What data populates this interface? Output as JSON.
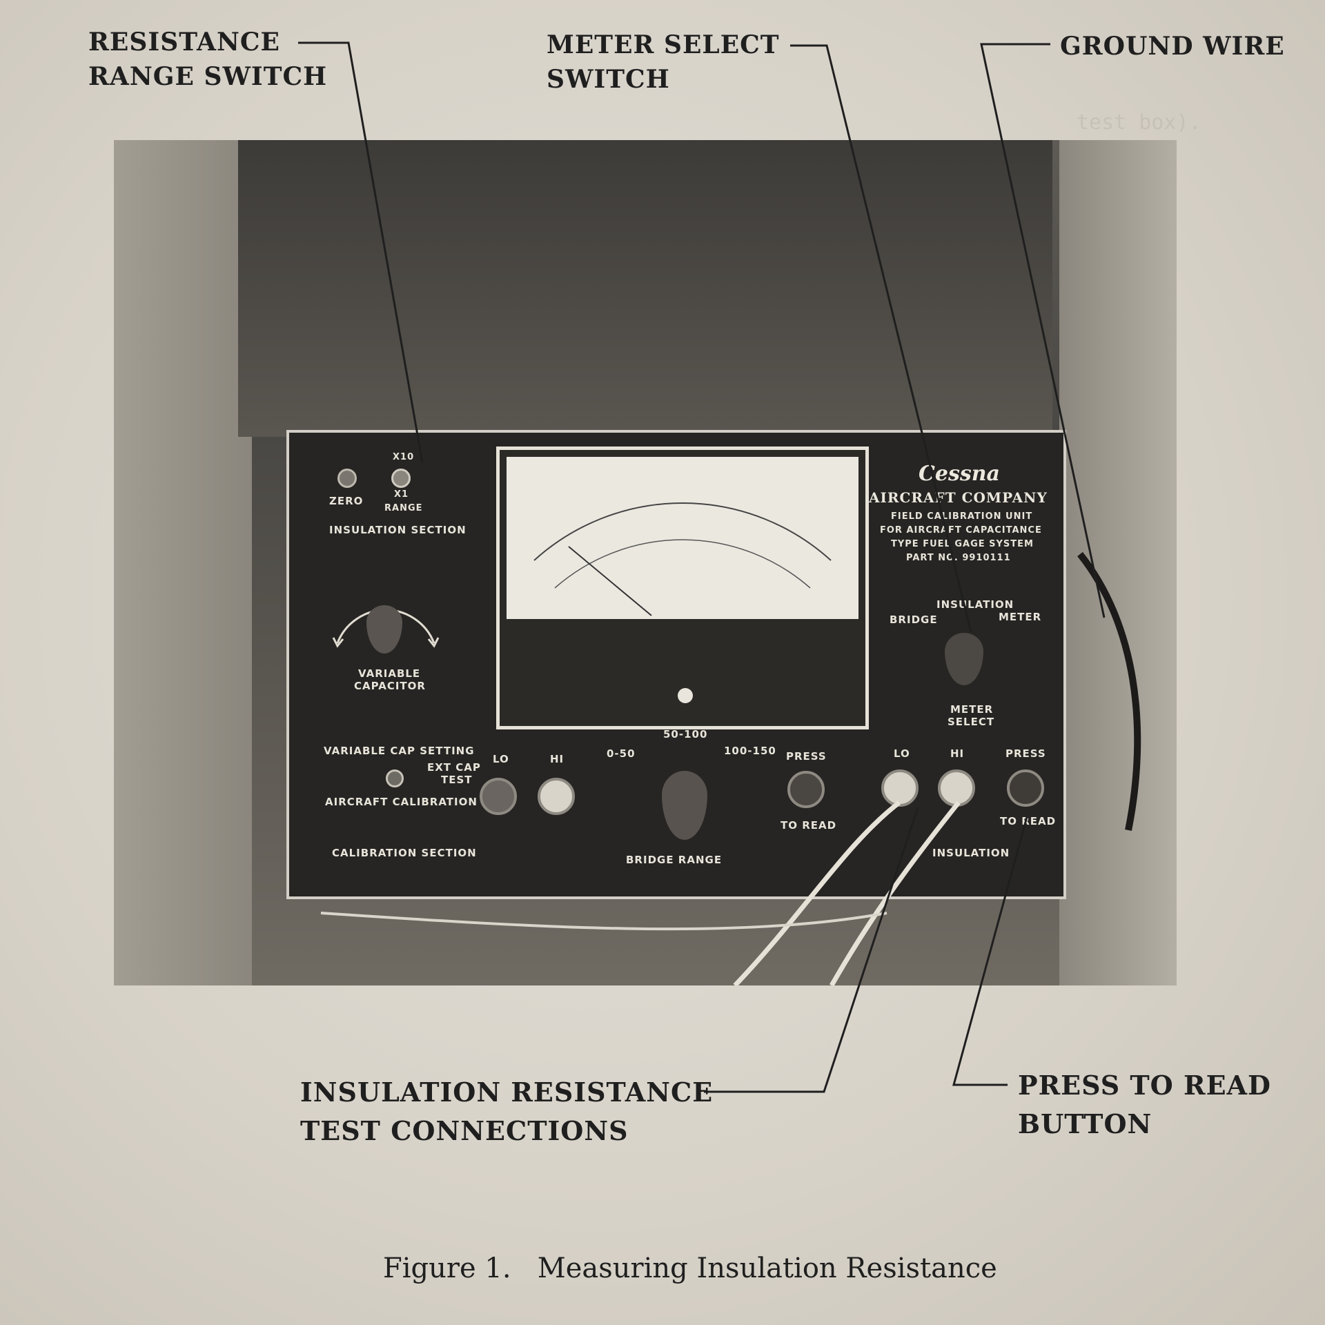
{
  "callouts": {
    "resistance_range_switch": [
      "RESISTANCE",
      "RANGE SWITCH"
    ],
    "meter_select_switch": [
      "METER SELECT",
      "SWITCH"
    ],
    "ground_wire": "GROUND WIRE",
    "insulation_resistance_test_connections": [
      "INSULATION RESISTANCE",
      "TEST CONNECTIONS"
    ],
    "press_to_read_button": [
      "PRESS TO READ",
      "BUTTON"
    ]
  },
  "caption": "Figure 1.   Measuring Insulation Resistance",
  "panel": {
    "insulation_section": {
      "zero": "ZERO",
      "x10": "X10",
      "x1": "X1",
      "range": "RANGE",
      "title": "INSULATION  SECTION"
    },
    "variable_capacitor": [
      "VARIABLE",
      "CAPACITOR"
    ],
    "calibration_section": {
      "variable_cap_setting": "VARIABLE CAP SETTING",
      "ext_cap_test": [
        "EXT CAP",
        "TEST"
      ],
      "aircraft_calibration": "AIRCRAFT CALIBRATION",
      "title": "CALIBRATION SECTION"
    },
    "bridge": {
      "lo": "LO",
      "hi": "HI",
      "r1": "0-50",
      "r2": "50-100",
      "r3": "100-150",
      "press": "PRESS",
      "to_read": "TO READ",
      "title": "BRIDGE  RANGE"
    },
    "brand": {
      "name": "Cessna",
      "company": "AIRCRAFT COMPANY",
      "lines": [
        "FIELD CALIBRATION UNIT",
        "FOR AIRCRAFT CAPACITANCE",
        "TYPE FUEL GAGE SYSTEM",
        "PART NO. 9910111"
      ]
    },
    "meter_select": {
      "insulation": "INSULATION",
      "bridge": "BRIDGE",
      "meter": "METER",
      "label": [
        "METER",
        "SELECT"
      ]
    },
    "insulation_io": {
      "lo": "LO",
      "hi": "HI",
      "press": "PRESS",
      "to_read": "TO READ",
      "title": "INSULATION"
    }
  }
}
